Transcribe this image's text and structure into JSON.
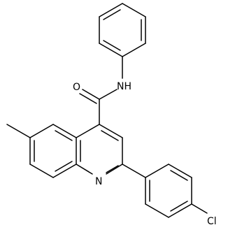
{
  "molecule": {
    "atom_labels": {
      "amide_oxygen": "O",
      "amide_nitrogen": "NH",
      "ring_nitrogen": "N",
      "chlorine": "Cl"
    },
    "colors": {
      "bond": "#000000",
      "label": "#000000",
      "background": "#ffffff"
    }
  }
}
